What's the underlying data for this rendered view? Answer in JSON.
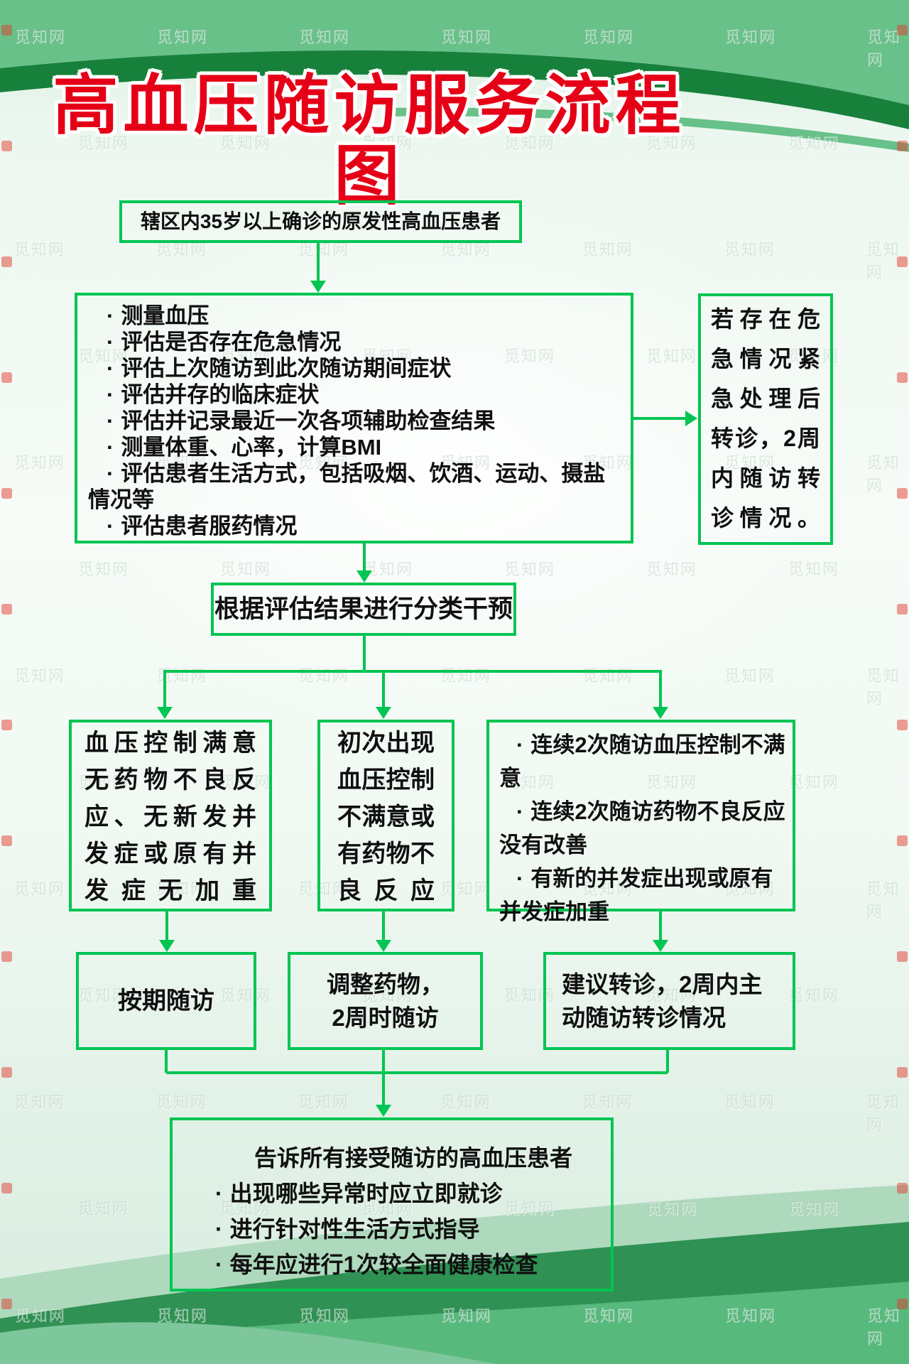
{
  "title": "高血压随访服务流程图",
  "ui": {
    "bullet": "·"
  },
  "watermark": {
    "text": "觅知网"
  },
  "colors": {
    "accent_green": "#00c553",
    "title_red": "#e60017",
    "swoosh_dark": "#17813c",
    "swoosh_medium": "#68c189",
    "wave_dark": "#2f9153",
    "wave_medium": "#58b97d",
    "wave_light": "#aed9bd",
    "text_color": "#101010"
  },
  "flow": {
    "start": "辖区内35岁以上确诊的原发性高血压患者",
    "assessment_items": [
      "测量血压",
      "评估是否存在危急情况",
      "评估上次随访到此次随访期间症状",
      "评估并存的临床症状",
      "评估并记录最近一次各项辅助检查结果",
      "测量体重、心率，计算BMI",
      "评估患者生活方式，包括吸烟、饮酒、运动、摄盐情况等",
      "评估患者服药情况"
    ],
    "emergency": {
      "full_text": "若存在危急情况紧急处理后转诊，2周内随访转诊情况。",
      "lines": [
        "若存在危",
        "急情况紧",
        "急处理后",
        "转诊，2周",
        "内随访转",
        "诊情况。"
      ]
    },
    "classify": "根据评估结果进行分类干预",
    "branch_satisfied": {
      "full_text": "血压控制满意无药物不良反应、无新发并发症或原有并发症无加重",
      "lines": [
        "血压控制满意",
        "无药物不良反",
        "应、无新发并",
        "发症或原有并",
        "发症无加重"
      ]
    },
    "branch_first_unsatisfied": {
      "full_text": "初次出现血压控制不满意或有药物不良反应",
      "lines": [
        "初次出现",
        "血压控制",
        "不满意或",
        "有药物不",
        "良反应"
      ]
    },
    "branch_repeat_unsatisfied": {
      "items": [
        "连续2次随访血压控制不满意",
        "连续2次随访药物不良反应没有改善",
        "有新的并发症出现或原有并发症加重"
      ]
    },
    "action_regular": "按期随访",
    "action_adjust": {
      "lines": [
        "调整药物，",
        "2周时随访"
      ]
    },
    "action_refer": {
      "lines": [
        "建议转诊，2周内主",
        "动随访转诊情况"
      ]
    },
    "tell_all": {
      "header": "告诉所有接受随访的高血压患者",
      "items": [
        "出现哪些异常时应立即就诊",
        "进行针对性生活方式指导",
        "每年应进行1次较全面健康检查"
      ]
    }
  }
}
